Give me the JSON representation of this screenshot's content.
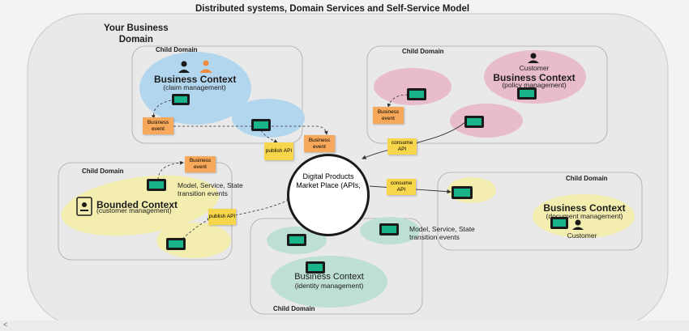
{
  "title": "Distributed systems, Domain Services and Self-Service Model",
  "business_domain": {
    "title_line1": "Your Business",
    "title_line2": "Domain"
  },
  "child_domains": {
    "claims": {
      "label": "Child Domain",
      "context_title": "Business Context",
      "context_sub": "(claim management)"
    },
    "policy": {
      "label": "Child Domain",
      "context_title": "Business Context",
      "context_sub": "(policy management)",
      "role": "Customer"
    },
    "customer": {
      "label": "Child Domain",
      "context_title": "Bounded Context",
      "context_sub": "(customer management)",
      "desc_line1": "Model, Service, State",
      "desc_line2": "transition events"
    },
    "document": {
      "label": "Child Domain",
      "context_title": "Business Context",
      "context_sub": "(document management)",
      "role": "Customer"
    },
    "identity": {
      "label": "Child Domain",
      "context_title": "Business Context",
      "context_sub": "(identity management)",
      "desc_line1": "Model, Service, State",
      "desc_line2": "transition events"
    }
  },
  "marketplace": {
    "label": "Digital Products Market Place (APIs,"
  },
  "notes": {
    "business_event": "Business event",
    "publish_api": "publish API",
    "consume_api": "consume API"
  },
  "colors": {
    "blue": "#b3d6ef",
    "pink": "#e8bccd",
    "yellow": "#f3eeb0",
    "green": "#bedfd4",
    "note_orange": "#f7a85a",
    "note_yellow": "#f7d64b",
    "screen": "#19b48a"
  },
  "icons": [
    "person-icon",
    "monitor-icon",
    "id-badge-icon"
  ],
  "scroll": {
    "indicator": "<"
  }
}
